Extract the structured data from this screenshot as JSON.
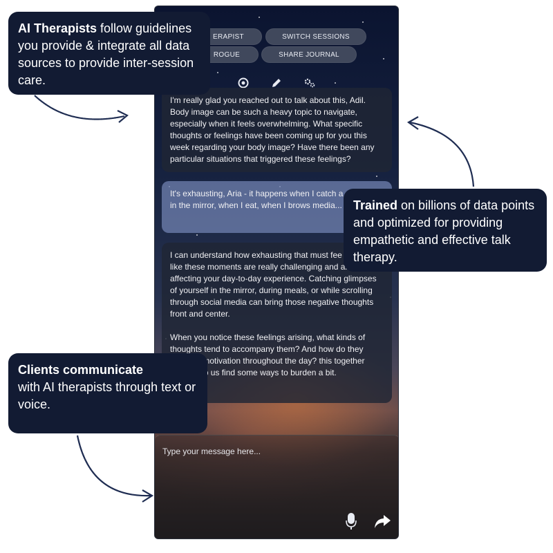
{
  "app": {
    "buttons": {
      "therapist": "ERAPIST",
      "switch_sessions": "SWITCH SESSIONS",
      "rogue": "ROGUE",
      "share_journal": "SHARE JOURNAL"
    },
    "tool_icons": [
      "target-icon",
      "pencil-icon",
      "gears-icon"
    ]
  },
  "messages": [
    {
      "role": "assistant",
      "paragraphs": [
        "I'm really glad you reached out to talk about this, Adil. Body image can be such a heavy topic to navigate, especially when it feels overwhelming. What specific thoughts or feelings have been coming up for you this week regarding your body image? Have there been any particular situations that triggered these feelings?"
      ]
    },
    {
      "role": "user",
      "paragraphs": [
        "It's exhausting, Aria - it happens when I catch a of myself in the mirror, when I eat, when I brows media..."
      ]
    },
    {
      "role": "assistant",
      "paragraphs": [
        "I can understand how exhausting that must fee sounds like these moments are really challenging and are affecting your day-to-day experience. Catching glimpses of yourself in the mirror, during meals, or while scrolling through social media can bring those negative thoughts front and center.",
        "When you notice these feelings arising, what kinds of thoughts tend to accompany them? And how do they mood or motivation throughout the day? this together might help us find some ways to burden a bit."
      ]
    }
  ],
  "input": {
    "placeholder": "Type your message here..."
  },
  "callouts": {
    "therapists": {
      "bold": "AI Therapists",
      "rest": " follow guidelines you provide & integrate all data sources to provide inter-session care."
    },
    "trained": {
      "bold": "Trained",
      "rest": " on billions of data points and optimized for providing empathetic and effective talk therapy."
    },
    "clients": {
      "bold": "Clients communicate",
      "rest": " with AI therapists through text or voice."
    }
  },
  "colors": {
    "callout_bg": "#121b33",
    "user_bubble": "#7082b0",
    "ai_bubble": "#202634",
    "arrow": "#1f2d52"
  }
}
